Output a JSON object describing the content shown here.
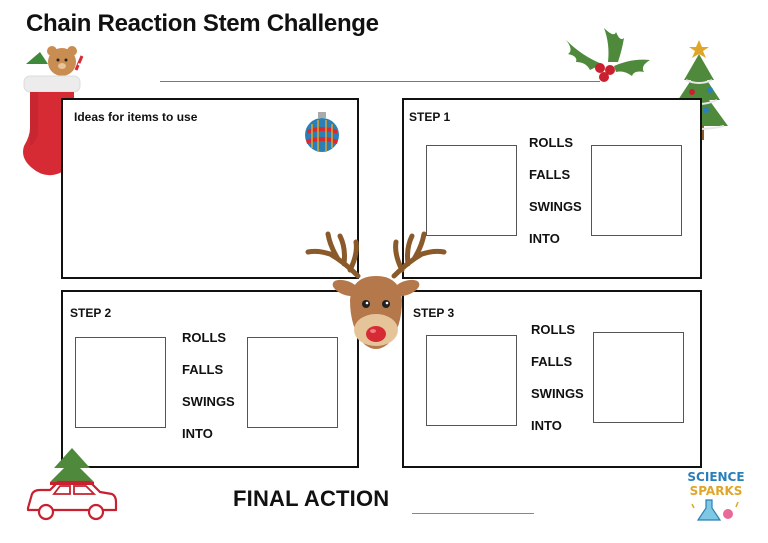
{
  "title": "Chain Reaction Stem Challenge",
  "ideas": {
    "label": "Ideas for items to use"
  },
  "steps": [
    {
      "label": "STEP 1",
      "verbs": [
        "ROLLS",
        "FALLS",
        "SWINGS",
        "INTO"
      ]
    },
    {
      "label": "STEP 2",
      "verbs": [
        "ROLLS",
        "FALLS",
        "SWINGS",
        "INTO"
      ]
    },
    {
      "label": "STEP 3",
      "verbs": [
        "ROLLS",
        "FALLS",
        "SWINGS",
        "INTO"
      ]
    }
  ],
  "final_action": "FINAL ACTION",
  "logo": {
    "line1": "SCIENCE",
    "line2": "SPARKS"
  },
  "icons": [
    "stocking-icon",
    "holly-icon",
    "christmas-tree-icon",
    "bauble-icon",
    "reindeer-icon",
    "car-with-tree-icon",
    "science-sparks-logo"
  ],
  "colors": {
    "stocking": "#d62b35",
    "holly": "#4f8a3c",
    "berry": "#c8202e",
    "reindeer": "#b5784a",
    "antler": "#8a5a2b",
    "car": "#c8202e"
  }
}
